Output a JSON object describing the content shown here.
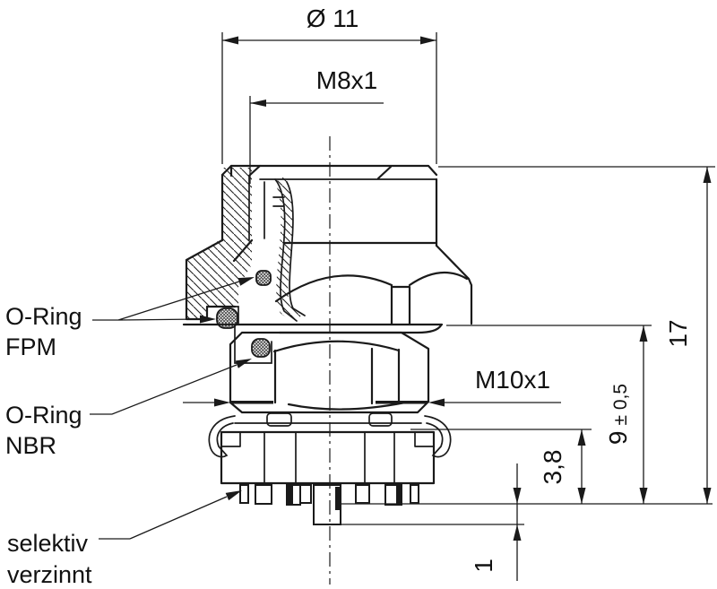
{
  "drawing_type": "technical-cross-section",
  "dimensions": {
    "diameter_top": "Ø 11",
    "thread_top": "M8x1",
    "thread_bottom": "M10x1",
    "height_total": "17",
    "height_body_value": "9",
    "height_body_tolerance": "± 0,5",
    "height_block": "3,8",
    "pin_step": "1"
  },
  "labels": {
    "oring_fpm": [
      "O-Ring",
      "FPM"
    ],
    "oring_nbr": [
      "O-Ring",
      "NBR"
    ],
    "tinned": [
      "selektiv",
      "verzinnt"
    ]
  },
  "colors": {
    "line": "#1a1a1a",
    "background": "#ffffff"
  }
}
